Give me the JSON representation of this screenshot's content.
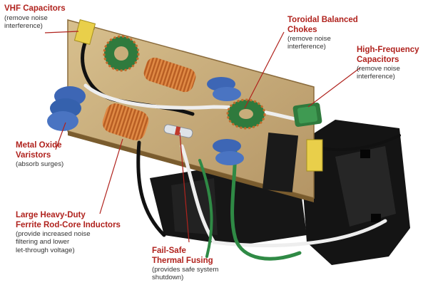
{
  "colors": {
    "accent": "#b0221d",
    "board": "#c8ad7a",
    "copper": "#c46a2a",
    "blue": "#3d66b5",
    "green": "#2f7a3d",
    "yellow": "#e9cf4a",
    "black": "#141414"
  },
  "labels": {
    "vhf": {
      "title1": "VHF Capacitors",
      "sub1": "(remove noise",
      "sub2": "interference)"
    },
    "toroidal": {
      "title1": "Toroidal Balanced",
      "title2": "Chokes",
      "sub1": "(remove noise",
      "sub2": "interference)"
    },
    "hf": {
      "title1": "High-Frequency",
      "title2": "Capacitors",
      "sub1": "(remove noise",
      "sub2": "interference)"
    },
    "mov": {
      "title1": "Metal Oxide",
      "title2": "Varistors",
      "sub1": "(absorb surges)"
    },
    "inductors": {
      "title1": "Large Heavy-Duty",
      "title2": "Ferrite Rod-Core Inductors",
      "sub1": "(provide increased noise",
      "sub2": "filtering and lower",
      "sub3": "let-through voltage)"
    },
    "fuse": {
      "title1": "Fail-Safe",
      "title2": "Thermal Fusing",
      "sub1": "(provides safe system",
      "sub2": "shutdown)"
    }
  },
  "icons": [
    "circuit-board-photo"
  ]
}
